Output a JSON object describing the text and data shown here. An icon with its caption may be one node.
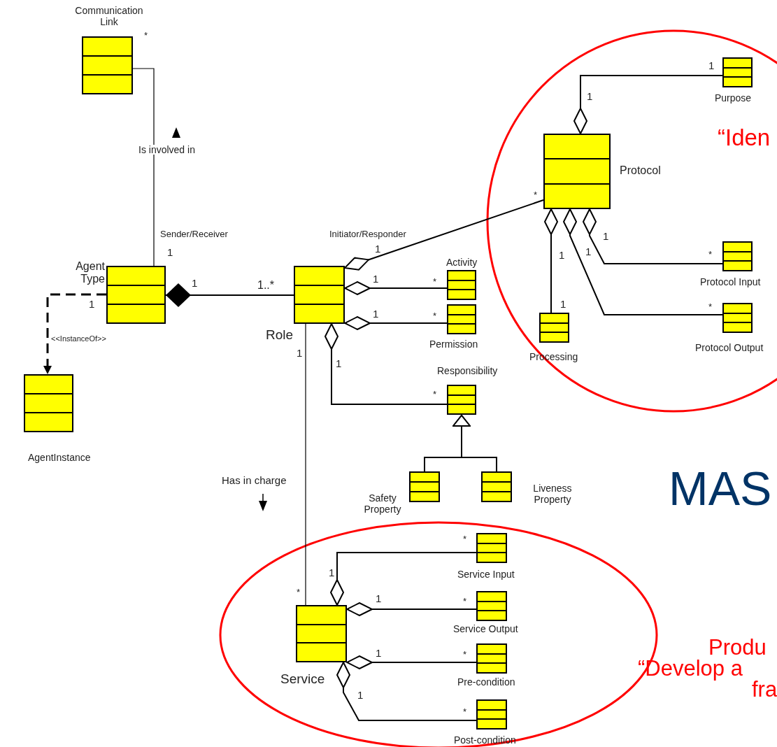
{
  "diagram": {
    "nodes": [
      {
        "text": [
          "Communication Link"
        ]
      },
      {
        "text": [
          "Agent Type"
        ]
      },
      {
        "text": [
          "AgentInstance"
        ]
      },
      {
        "text": [
          "Role"
        ]
      },
      {
        "text": [
          "Activity"
        ]
      },
      {
        "text": [
          "Permission"
        ]
      },
      {
        "text": [
          "Responsibility"
        ]
      },
      {
        "text": [
          "Safety Property"
        ]
      },
      {
        "text": [
          "Liveness Property"
        ]
      },
      {
        "text": [
          "Protocol"
        ]
      },
      {
        "text": [
          "Purpose"
        ]
      },
      {
        "text": [
          "Protocol Input"
        ]
      },
      {
        "text": [
          "Protocol Output"
        ]
      },
      {
        "text": [
          "Processing"
        ]
      },
      {
        "text": [
          "Service"
        ]
      },
      {
        "text": [
          "Service Input"
        ]
      },
      {
        "text": [
          "Service Output"
        ]
      },
      {
        "text": [
          "Pre-condition"
        ]
      },
      {
        "text": [
          "Post-condition"
        ]
      }
    ],
    "edges": [
      {
        "from": 1,
        "to": 0,
        "arrow": "none",
        "label": "Is involved in"
      },
      {
        "from": 1,
        "to": 3,
        "arrow": "other"
      },
      {
        "from": 1,
        "to": 2,
        "arrow": "to",
        "style": "dashed",
        "label": "<<InstanceOf>>"
      },
      {
        "from": 3,
        "to": 9,
        "arrow": "other"
      },
      {
        "from": 3,
        "to": 4,
        "arrow": "other"
      },
      {
        "from": 3,
        "to": 5,
        "arrow": "other"
      },
      {
        "from": 3,
        "to": 6,
        "arrow": "other"
      },
      {
        "from": 7,
        "to": 6,
        "arrow": "to"
      },
      {
        "from": 8,
        "to": 6,
        "arrow": "to"
      },
      {
        "from": 3,
        "to": 14,
        "arrow": "none",
        "label": "Has in charge"
      },
      {
        "from": 9,
        "to": 10,
        "arrow": "other"
      },
      {
        "from": 9,
        "to": 13,
        "arrow": "other"
      },
      {
        "from": 9,
        "to": 11,
        "arrow": "other"
      },
      {
        "from": 9,
        "to": 12,
        "arrow": "other"
      },
      {
        "from": 14,
        "to": 15,
        "arrow": "other"
      },
      {
        "from": 14,
        "to": 16,
        "arrow": "other"
      },
      {
        "from": 14,
        "to": 17,
        "arrow": "other"
      },
      {
        "from": 14,
        "to": 18,
        "arrow": "other"
      }
    ],
    "labels": [
      "*",
      "Sender/Receiver",
      "1",
      "1",
      "1",
      "1..*",
      "Initiator/Responder",
      "1",
      "1",
      "*",
      "1",
      "*",
      "1",
      "1",
      "*",
      "1",
      "1",
      "*",
      "1",
      "1",
      "1",
      "*",
      "*",
      "1",
      "*",
      "1",
      "1",
      "*",
      "*",
      "1",
      "*",
      "1",
      "*",
      "“Iden",
      "MAS",
      "Produ",
      "“Develop a",
      "fra"
    ]
  }
}
